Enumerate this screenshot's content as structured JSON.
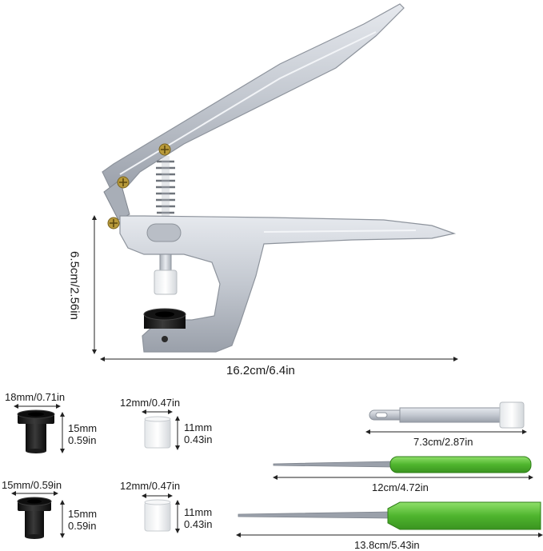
{
  "dimensions": {
    "pliers_height": "6.5cm/2.56in",
    "pliers_length": "16.2cm/6.4in"
  },
  "accessories": {
    "die_large_black": {
      "width": "18mm/0.71in",
      "height_mm": "15mm",
      "height_in": "0.59in"
    },
    "die_large_clear": {
      "width": "12mm/0.47in",
      "height_mm": "11mm",
      "height_in": "0.43in"
    },
    "die_small_black": {
      "width": "15mm/0.59in",
      "height_mm": "15mm",
      "height_in": "0.59in"
    },
    "die_small_clear": {
      "width": "12mm/0.47in",
      "height_mm": "11mm",
      "height_in": "0.43in"
    },
    "tool_spanner": "7.3cm/2.87in",
    "tool_awl": "12cm/4.72in",
    "tool_screwdriver": "13.8cm/5.43in"
  },
  "colors": {
    "metal": "#c3c8d0",
    "metal_dark": "#8d939c",
    "screw_gold": "#b89a3a",
    "green_handle": "#5cc23c",
    "black_die": "#1c1c1c"
  }
}
